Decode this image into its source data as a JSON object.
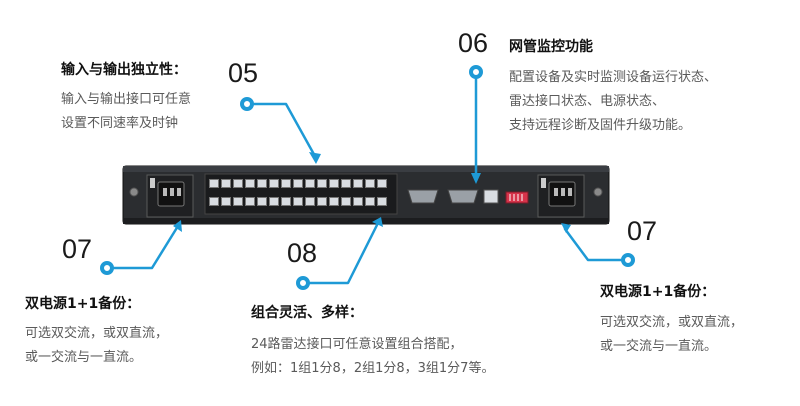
{
  "callouts": {
    "c05": {
      "number": "05",
      "title": "输入与输出独立性：",
      "lines": [
        "输入与输出接口可任意",
        "设置不同速率及时钟"
      ]
    },
    "c06": {
      "number": "06",
      "title": "网管监控功能",
      "lines": [
        "配置设备及实时监测设备运行状态、",
        "雷达接口状态、电源状态、",
        "支持远程诊断及固件升级功能。"
      ]
    },
    "c07_left": {
      "number": "07",
      "title": "双电源1+1备份：",
      "lines": [
        "可选双交流，或双直流，",
        "或一交流与一直流。"
      ]
    },
    "c08": {
      "number": "08",
      "title": "组合灵活、多样：",
      "lines": [
        "24路雷达接口可任意设置组合搭配，",
        "例如：1组1分8，2组1分8，3组1分7等。"
      ]
    },
    "c07_right": {
      "number": "07",
      "title": "双电源1+1备份：",
      "lines": [
        "可选双交流，或双直流，",
        "或一交流与一直流。"
      ]
    }
  },
  "colors": {
    "accent": "#1e9ad6",
    "device_body": "#2b2d30",
    "ports": "#d9dde2"
  },
  "icons": [
    "power-socket-icon",
    "rj45-port-icon",
    "db9-connector-icon",
    "dip-switch-icon",
    "ground-screw-icon"
  ]
}
